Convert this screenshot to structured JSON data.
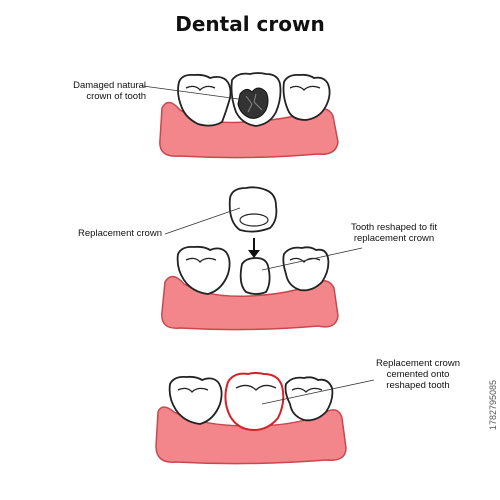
{
  "title": "Dental crown",
  "labels": {
    "damaged_crown": "Damaged natural crown of tooth",
    "replacement_crown": "Replacement crown",
    "tooth_reshaped": "Tooth reshaped to fit replacement crown",
    "crown_cemented": "Replacement crown cemented onto reshaped tooth"
  },
  "stock_id": "1782795085",
  "colors": {
    "gum_fill": "#f2868a",
    "gum_stroke": "#c9484e",
    "tooth_fill": "#ffffff",
    "outline": "#222222",
    "decay_fill": "#333333",
    "crown_highlight": "#d2222a"
  }
}
